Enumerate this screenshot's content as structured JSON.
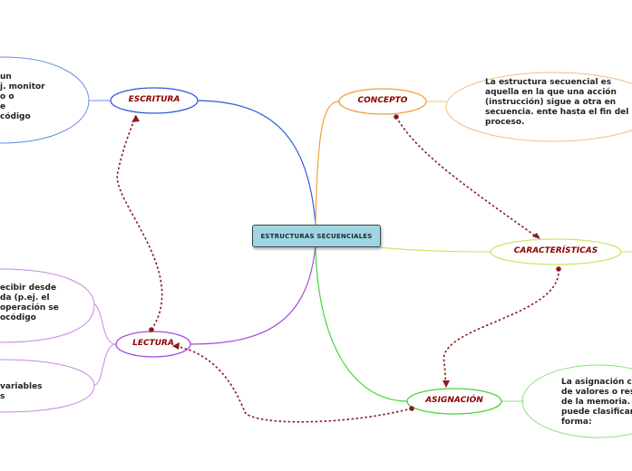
{
  "central": {
    "label": "ESTRUCTURAS SECUENCIALES"
  },
  "nodes": {
    "escritura": {
      "label": "ESCRITURA",
      "color": "#2b5be0"
    },
    "concepto": {
      "label": "CONCEPTO",
      "color": "#f0a040"
    },
    "caracteristicas": {
      "label": "CARACTERÍSTICAS",
      "color": "#c8e86a"
    },
    "lectura": {
      "label": "LECTURA",
      "color": "#a64ad8"
    },
    "asignacion": {
      "label": "ASIGNACIÓN",
      "color": "#47d43a"
    }
  },
  "notes": {
    "escritura": [
      "un",
      "j. monitor",
      "o o",
      "e",
      "código"
    ],
    "concepto": [
      "La estructura secuencial es",
      "aquella en la que una acción",
      "(instrucción) sigue a otra en",
      "secuencia. ente hasta el fin del",
      "proceso."
    ],
    "lectura_1": [
      "ecibir desde",
      "da (p.ej. el",
      "operación se",
      "ocódigo"
    ],
    "lectura_2": [
      "variables",
      "s"
    ],
    "asignacion": [
      "La asignación co",
      "de valores o resu",
      "de la memoria. L",
      "puede clasificar",
      "forma:"
    ]
  },
  "colors": {
    "relation": "#8b1a1a",
    "central_fill": "#9fd4e2"
  }
}
